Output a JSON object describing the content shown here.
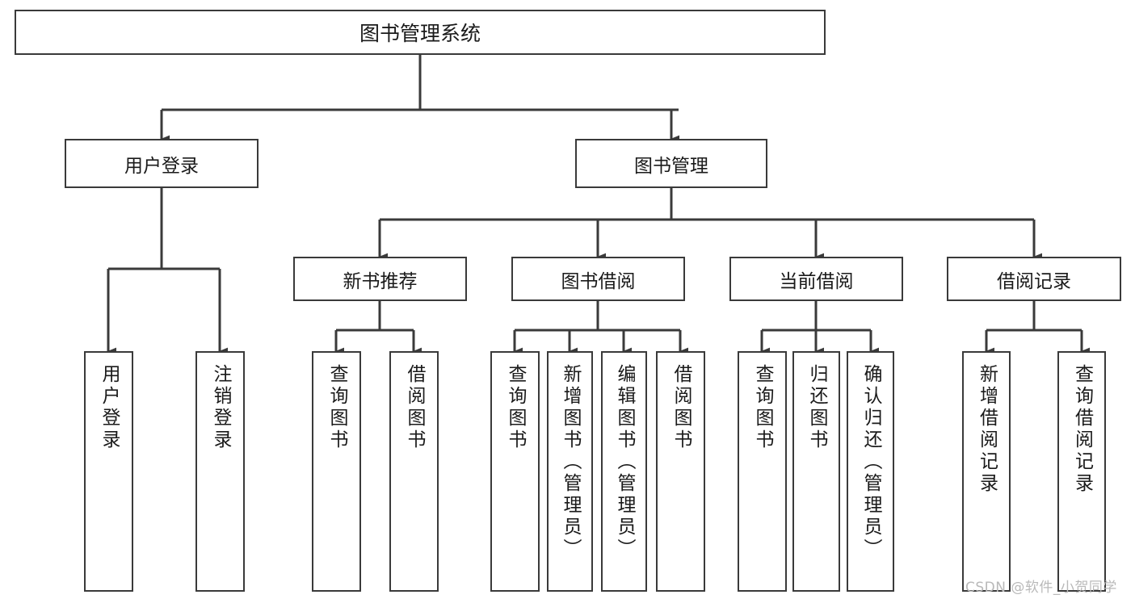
{
  "diagram": {
    "type": "tree-hierarchy",
    "title": "图书管理系统",
    "watermark": "CSDN @软件_小贺同学",
    "colors": {
      "border": "#3a3a3a",
      "fill": "#ffffff",
      "text": "#1a1a1a",
      "watermark": "#b9b9b9"
    },
    "nodes": {
      "root": "图书管理系统",
      "level2": [
        "用户登录",
        "图书管理"
      ],
      "level3": [
        "新书推荐",
        "图书借阅",
        "当前借阅",
        "借阅记录"
      ],
      "leaves": {
        "user_login": [
          "用户登录",
          "注销登录"
        ],
        "new_book_recommend": [
          "查询图书",
          "借阅图书"
        ],
        "book_borrow": [
          "查询图书",
          "新增图书（管理员）",
          "编辑图书（管理员）",
          "借阅图书"
        ],
        "current_borrow": [
          "查询图书",
          "归还图书",
          "确认归还（管理员）"
        ],
        "borrow_record": [
          "新增借阅记录",
          "查询借阅记录"
        ]
      }
    },
    "edges": [
      {
        "from": "图书管理系统",
        "to": "用户登录"
      },
      {
        "from": "图书管理系统",
        "to": "图书管理"
      },
      {
        "from": "图书管理",
        "to": "新书推荐"
      },
      {
        "from": "图书管理",
        "to": "图书借阅"
      },
      {
        "from": "图书管理",
        "to": "当前借阅"
      },
      {
        "from": "图书管理",
        "to": "借阅记录"
      },
      {
        "from": "用户登录",
        "to": "用户登录"
      },
      {
        "from": "用户登录",
        "to": "注销登录"
      },
      {
        "from": "新书推荐",
        "to": "查询图书"
      },
      {
        "from": "新书推荐",
        "to": "借阅图书"
      },
      {
        "from": "图书借阅",
        "to": "查询图书"
      },
      {
        "from": "图书借阅",
        "to": "新增图书（管理员）"
      },
      {
        "from": "图书借阅",
        "to": "编辑图书（管理员）"
      },
      {
        "from": "图书借阅",
        "to": "借阅图书"
      },
      {
        "from": "当前借阅",
        "to": "查询图书"
      },
      {
        "from": "当前借阅",
        "to": "归还图书"
      },
      {
        "from": "当前借阅",
        "to": "确认归还（管理员）"
      },
      {
        "from": "借阅记录",
        "to": "新增借阅记录"
      },
      {
        "from": "借阅记录",
        "to": "查询借阅记录"
      }
    ]
  }
}
